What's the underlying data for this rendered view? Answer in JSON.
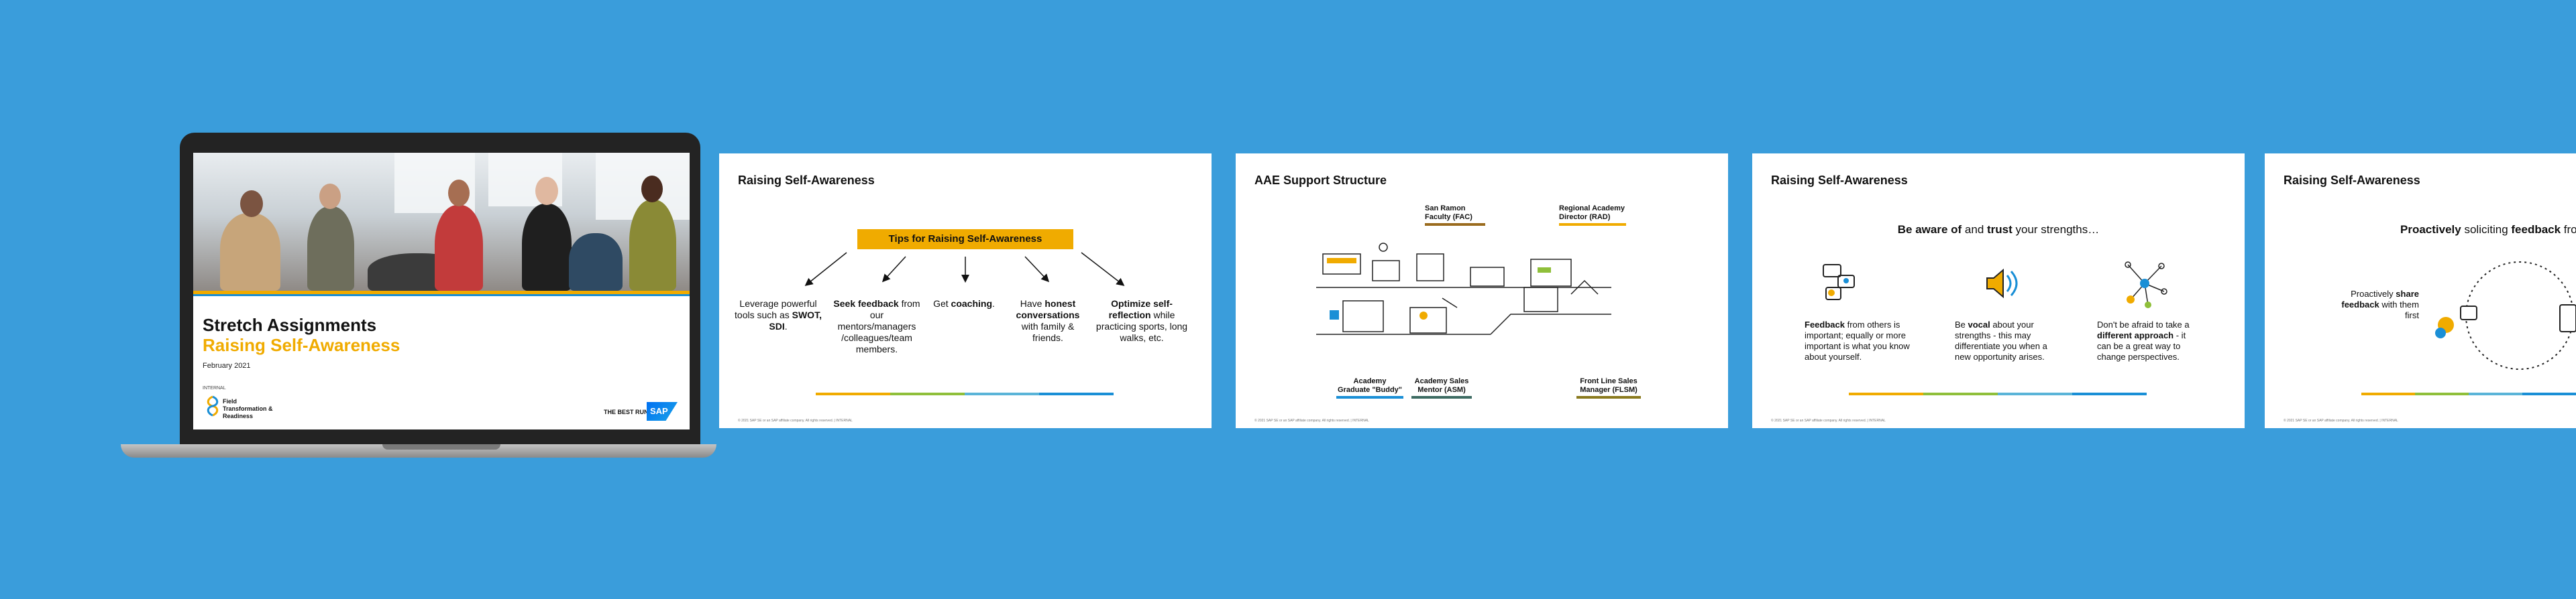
{
  "cover": {
    "title": "Stretch Assignments",
    "subtitle": "Raising Self-Awareness",
    "date": "February 2021",
    "classification": "INTERNAL",
    "dept": "Field Transformation & Readiness",
    "tagline": "THE BEST RUN",
    "logo": "SAP"
  },
  "slide2": {
    "title": "Raising Self-Awareness",
    "box": "Tips for Raising Self-Awareness",
    "tips": [
      {
        "pre": "Leverage powerful tools such as ",
        "bold": "SWOT, SDI",
        "post": "."
      },
      {
        "pre": "",
        "bold": "Seek feedback",
        "post": " from our mentors/managers /colleagues/team members."
      },
      {
        "pre": "Get ",
        "bold": "coaching",
        "post": "."
      },
      {
        "pre": "Have ",
        "bold": "honest conversations",
        "post": " with family & friends."
      },
      {
        "pre": "",
        "bold": "Optimize self-reflection",
        "post": " while practicing sports, long walks, etc."
      }
    ],
    "footer": "© 2021 SAP SE or an SAP affiliate company. All rights reserved. | INTERNAL"
  },
  "slide3": {
    "title": "AAE Support Structure",
    "labels": {
      "fac": "San Ramon Faculty (FAC)",
      "rad": "Regional Academy Director (RAD)",
      "grad": "Academy Graduate \"Buddy\"",
      "asm": "Academy Sales Mentor (ASM)",
      "flsm": "Front Line Sales Manager (FLSM)"
    },
    "colors": {
      "fac": "#9a6b1e",
      "rad": "#f0ab00",
      "grad": "#1a8fd6",
      "asm": "#3d6b62",
      "flsm": "#8a7a1e"
    },
    "footer": "© 2021 SAP SE or an SAP affiliate company. All rights reserved. | INTERNAL"
  },
  "slide4": {
    "title": "Raising Self-Awareness",
    "lead": {
      "pre": "Be aware of",
      "mid": " and ",
      "bold2": "trust",
      "post": " your strengths…"
    },
    "items": [
      {
        "icon": "feedback-icon",
        "bold": "Feedback",
        "text": " from others is important; equally or more important is what you know about yourself."
      },
      {
        "icon": "speaker-icon",
        "bold": "vocal",
        "pre": "Be ",
        "text": " about your strengths - this may differentiate you when a new opportunity arises."
      },
      {
        "icon": "network-icon",
        "bold": "different approach",
        "pre": "Don't be afraid to take a ",
        "text": " - it can be a great way to change perspectives."
      }
    ],
    "footer": "© 2021 SAP SE or an SAP affiliate company. All rights reserved. | INTERNAL"
  },
  "slide5": {
    "title": "Raising Self-Awareness",
    "lead": {
      "pre": "Proactively",
      "mid": " soliciting ",
      "bold2": "feedback",
      "post": " fro"
    },
    "share": {
      "pre": "Proactively ",
      "bold": "share feedback",
      "post": " with them first"
    },
    "footer": "© 2021 SAP SE or an SAP affiliate company. All rights reserved. | INTERNAL"
  }
}
